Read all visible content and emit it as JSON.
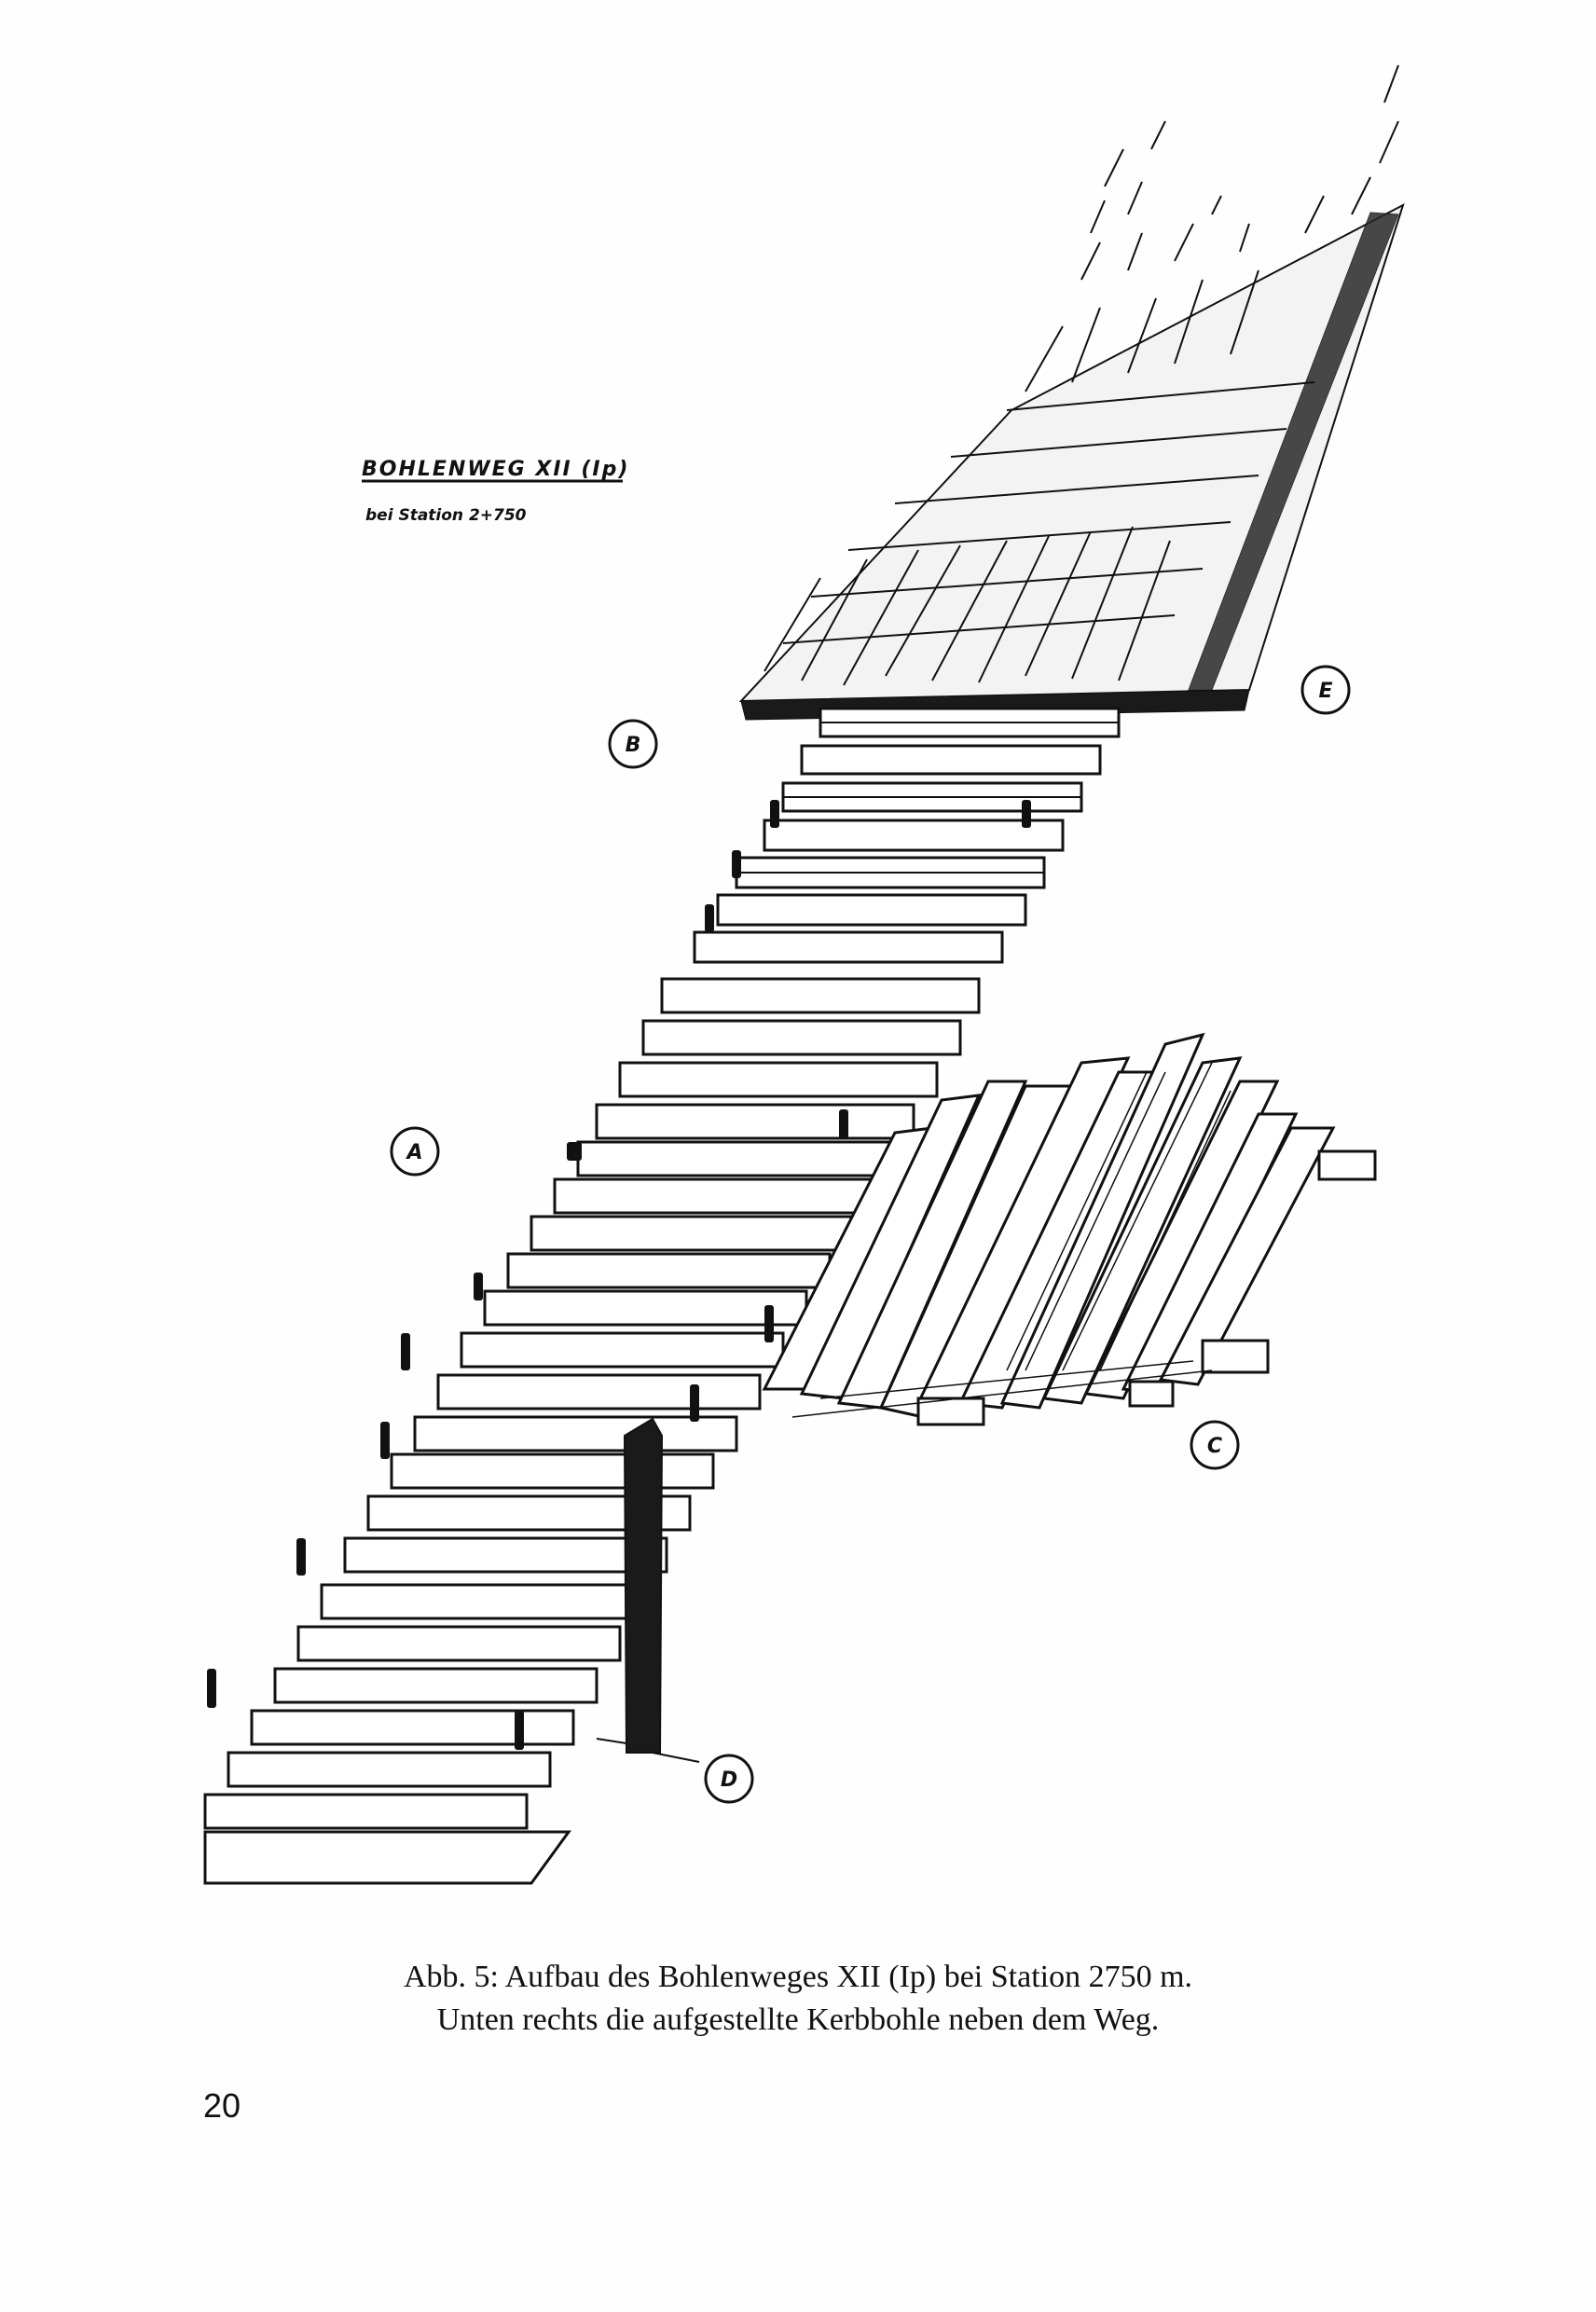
{
  "figure": {
    "title": "BOHLENWEG XII (Ip)",
    "subtitle": "bei Station 2+750",
    "labels": {
      "a": "A",
      "b": "B",
      "c": "C",
      "d": "D",
      "e": "E"
    }
  },
  "caption": {
    "line1": "Abb. 5: Aufbau des Bohlenweges XII (Ip) bei Station 2750 m.",
    "line2": "Unten rechts die aufgestellte Kerbbohle neben dem Weg."
  },
  "page_number": "20"
}
